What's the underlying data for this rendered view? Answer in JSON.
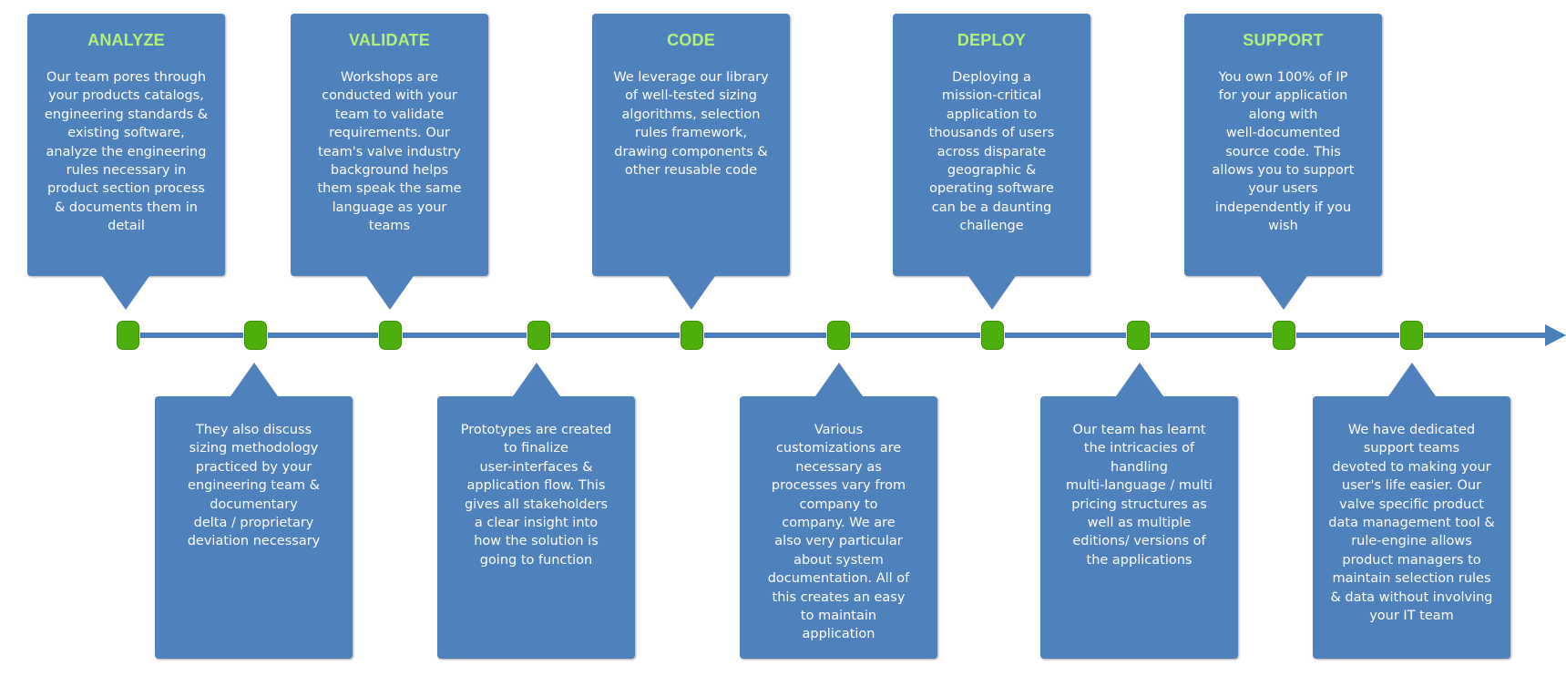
{
  "diagram": {
    "colors": {
      "box": "#4f81bd",
      "line": "#4a7ebb",
      "node": "#4caf0c",
      "title": "#b3f07a",
      "text": "#ffffff"
    },
    "top_steps": [
      {
        "title": "ANALYZE",
        "text": "Our team pores through\nyour products catalogs,\nengineering standards &\nexisting software,\nanalyze the engineering\nrules necessary in\nproduct section process\n& documents them in\ndetail"
      },
      {
        "title": "VALIDATE",
        "text": "Workshops are\nconducted with your\nteam to validate\nrequirements. Our\nteam's valve industry\nbackground helps\nthem speak the same\nlanguage as your\nteams"
      },
      {
        "title": "CODE",
        "text": "We leverage our library\nof well-tested sizing\nalgorithms, selection\nrules framework,\ndrawing components &\nother reusable code"
      },
      {
        "title": "DEPLOY",
        "text": "Deploying a\nmission-critical\napplication to\nthousands of users\nacross disparate\ngeographic &\noperating software\ncan be a daunting\nchallenge"
      },
      {
        "title": "SUPPORT",
        "text": "You own 100% of IP\nfor your application\nalong with\nwell-documented\nsource code. This\nallows you to support\nyour users\nindependently if you\nwish"
      }
    ],
    "bottom_steps": [
      {
        "text": "They also discuss\nsizing methodology\npracticed by your\nengineering team &\ndocumentary\ndelta / proprietary\ndeviation necessary"
      },
      {
        "text": "Prototypes are created\nto finalize\nuser-interfaces &\napplication flow. This\ngives all stakeholders\na clear insight into\nhow the solution is\ngoing to function"
      },
      {
        "text": "Various\ncustomizations are\nnecessary as\nprocesses vary from\ncompany to\ncompany. We are\nalso very particular\nabout system\ndocumentation. All of\nthis creates an easy\nto maintain\napplication"
      },
      {
        "text": "Our team has learnt\nthe intricacies of\nhandling\nmulti-language / multi\npricing structures as\nwell as multiple\neditions/ versions of\nthe applications"
      },
      {
        "text": "We have dedicated\nsupport teams\ndevoted to making your\nuser's life easier. Our\nvalve specific product\ndata management tool &\nrule-engine allows\nproduct managers to\nmaintain selection rules\n& data without involving\nyour IT team"
      }
    ]
  }
}
